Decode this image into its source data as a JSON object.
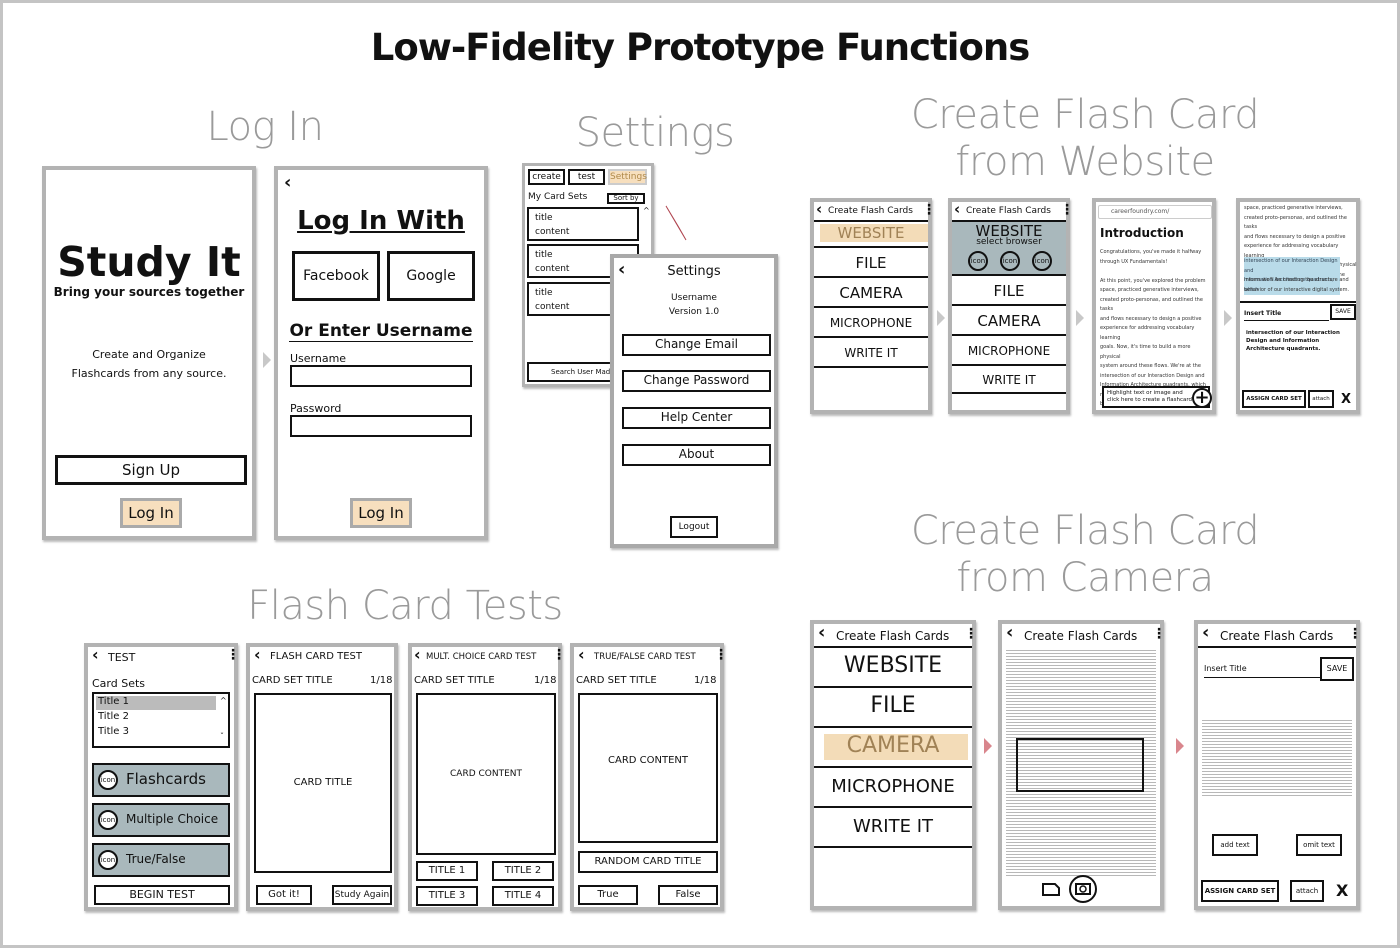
{
  "page_title": "Low-Fidelity Prototype Functions",
  "sections": {
    "login": "Log In",
    "settings": "Settings",
    "website": [
      "Create Flash Card",
      "from Website"
    ],
    "camera": [
      "Create Flash Card",
      "from Camera"
    ],
    "tests": "Flash Card Tests"
  },
  "login": {
    "app_name": "Study It",
    "tagline": "Bring your sources together",
    "desc1": "Create and Organize",
    "desc2": "Flashcards from any source.",
    "signup": "Sign Up",
    "login": "Log In",
    "login_with": "Log In With",
    "facebook": "Facebook",
    "google": "Google",
    "or_enter": "Or Enter Username",
    "username_label": "Username",
    "password_label": "Password",
    "login2": "Log In"
  },
  "settings": {
    "tabs": [
      "create",
      "test",
      "Settings"
    ],
    "my_card_sets": "My Card Sets",
    "sort_by": "Sort by",
    "cards": [
      {
        "title": "title",
        "content": "content"
      },
      {
        "title": "title",
        "content": "content"
      },
      {
        "title": "title",
        "content": "content"
      }
    ],
    "search": "Search User Made C",
    "panel_title": "Settings",
    "username": "Username",
    "version": "Version 1.0",
    "buttons": [
      "Change Email",
      "Change Password",
      "Help Center",
      "About"
    ],
    "logout": "Logout"
  },
  "website": {
    "header": "Create Flash Cards",
    "options": [
      "WEBSITE",
      "FILE",
      "CAMERA",
      "MICROPHONE",
      "WRITE IT"
    ],
    "select_browser": "select browser",
    "icon": "icon",
    "url": "careerfoundry.com/",
    "intro_title": "Introduction",
    "intro_lines": [
      "Congratulations, you've made it halfway",
      "through UX Fundamentals!",
      "",
      "At this point, you've explored the problem",
      "space, practiced generative interviews,",
      "created proto-personas, and outlined the tasks",
      "and flows necessary to design a positive",
      "experience for addressing vocabulary learning",
      "goals. Now, it's time to build a more physical",
      "system around these flows. We're at the",
      "intersection of our Interaction Design and",
      "Information Architecture quadrants, which",
      "means we'll be creating the structure and",
      "behavior of our interactive digital system."
    ],
    "highlight_prompt1": "Highlight text or image and",
    "highlight_prompt2": "click here to create a flashcard",
    "page4_top": [
      "space, practiced generative interviews,",
      "created proto-personas, and outlined the tasks",
      "and flows necessary to design a positive",
      "experience for addressing vocabulary learning",
      "goals. Now, it's time to build a more physical",
      "system around these flows. We're at the"
    ],
    "page4_hl": [
      "intersection of our Interaction Design and",
      "Information Architecture quadrants, which"
    ],
    "page4_after": [
      "means we'll be creating the structure and",
      "behavior of our interactive digital system."
    ],
    "insert_title": "Insert Title",
    "save": "SAVE",
    "card_text": [
      "intersection of our Interaction",
      "Design and Information",
      "Architecture quadrants."
    ],
    "assign": "ASSIGN CARD SET",
    "attach": "attach",
    "close": "X"
  },
  "camera": {
    "header": "Create Flash Cards",
    "options": [
      "WEBSITE",
      "FILE",
      "CAMERA",
      "MICROPHONE",
      "WRITE IT"
    ],
    "insert_title": "Insert Title",
    "save": "SAVE",
    "add_text": "add text",
    "omit_text": "omit text",
    "assign": "ASSIGN CARD SET",
    "attach": "attach",
    "close": "X"
  },
  "tests": {
    "test_header": "TEST",
    "card_sets_label": "Card Sets",
    "sets": [
      "Title 1",
      "Title 2",
      "Title 3"
    ],
    "modes": [
      "Flashcards",
      "Multiple Choice",
      "True/False"
    ],
    "icon": "icon",
    "begin": "BEGIN TEST",
    "fc_header": "FLASH CARD TEST",
    "card_set_title": "CARD SET TITLE",
    "count": "1/18",
    "card_title": "CARD TITLE",
    "got_it": "Got it!",
    "study_again": "Study Again",
    "mc_header": "MULT. CHOICE CARD TEST",
    "card_content": "CARD CONTENT",
    "choices": [
      "TITLE 1",
      "TITLE 2",
      "TITLE 3",
      "TITLE 4"
    ],
    "tf_header": "TRUE/FALSE CARD TEST",
    "random_title": "RANDOM CARD TITLE",
    "true_label": "True",
    "false_label": "False"
  }
}
